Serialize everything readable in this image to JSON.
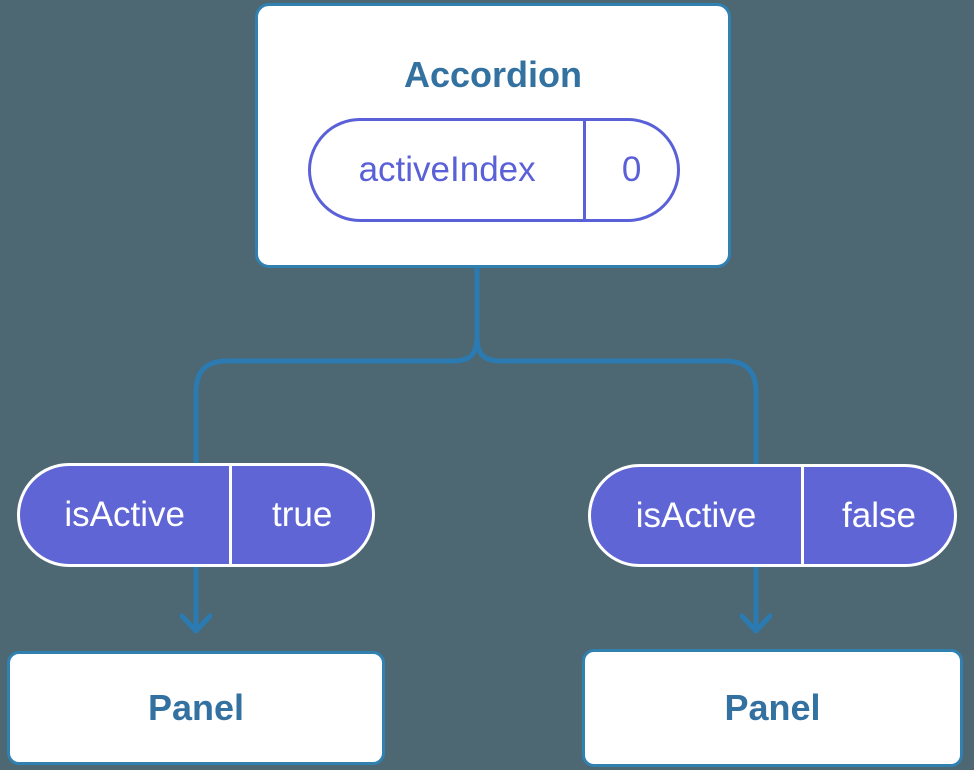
{
  "accordion": {
    "title": "Accordion",
    "state_pill": {
      "name": "activeIndex",
      "value": "0"
    }
  },
  "children": [
    {
      "prop_pill": {
        "name": "isActive",
        "value": "true"
      },
      "panel_label": "Panel"
    },
    {
      "prop_pill": {
        "name": "isActive",
        "value": "false"
      },
      "panel_label": "Panel"
    }
  ],
  "colors": {
    "background": "#4d6872",
    "connector_line": "#2b7ab1",
    "card_border": "#3080b0",
    "card_background": "#ffffff",
    "heading_text": "#3371a1",
    "pill_purple_fill": "#5f65d5",
    "pill_purple_border_text": "#5a60d7",
    "pill_text_on_purple": "#ffffff"
  }
}
